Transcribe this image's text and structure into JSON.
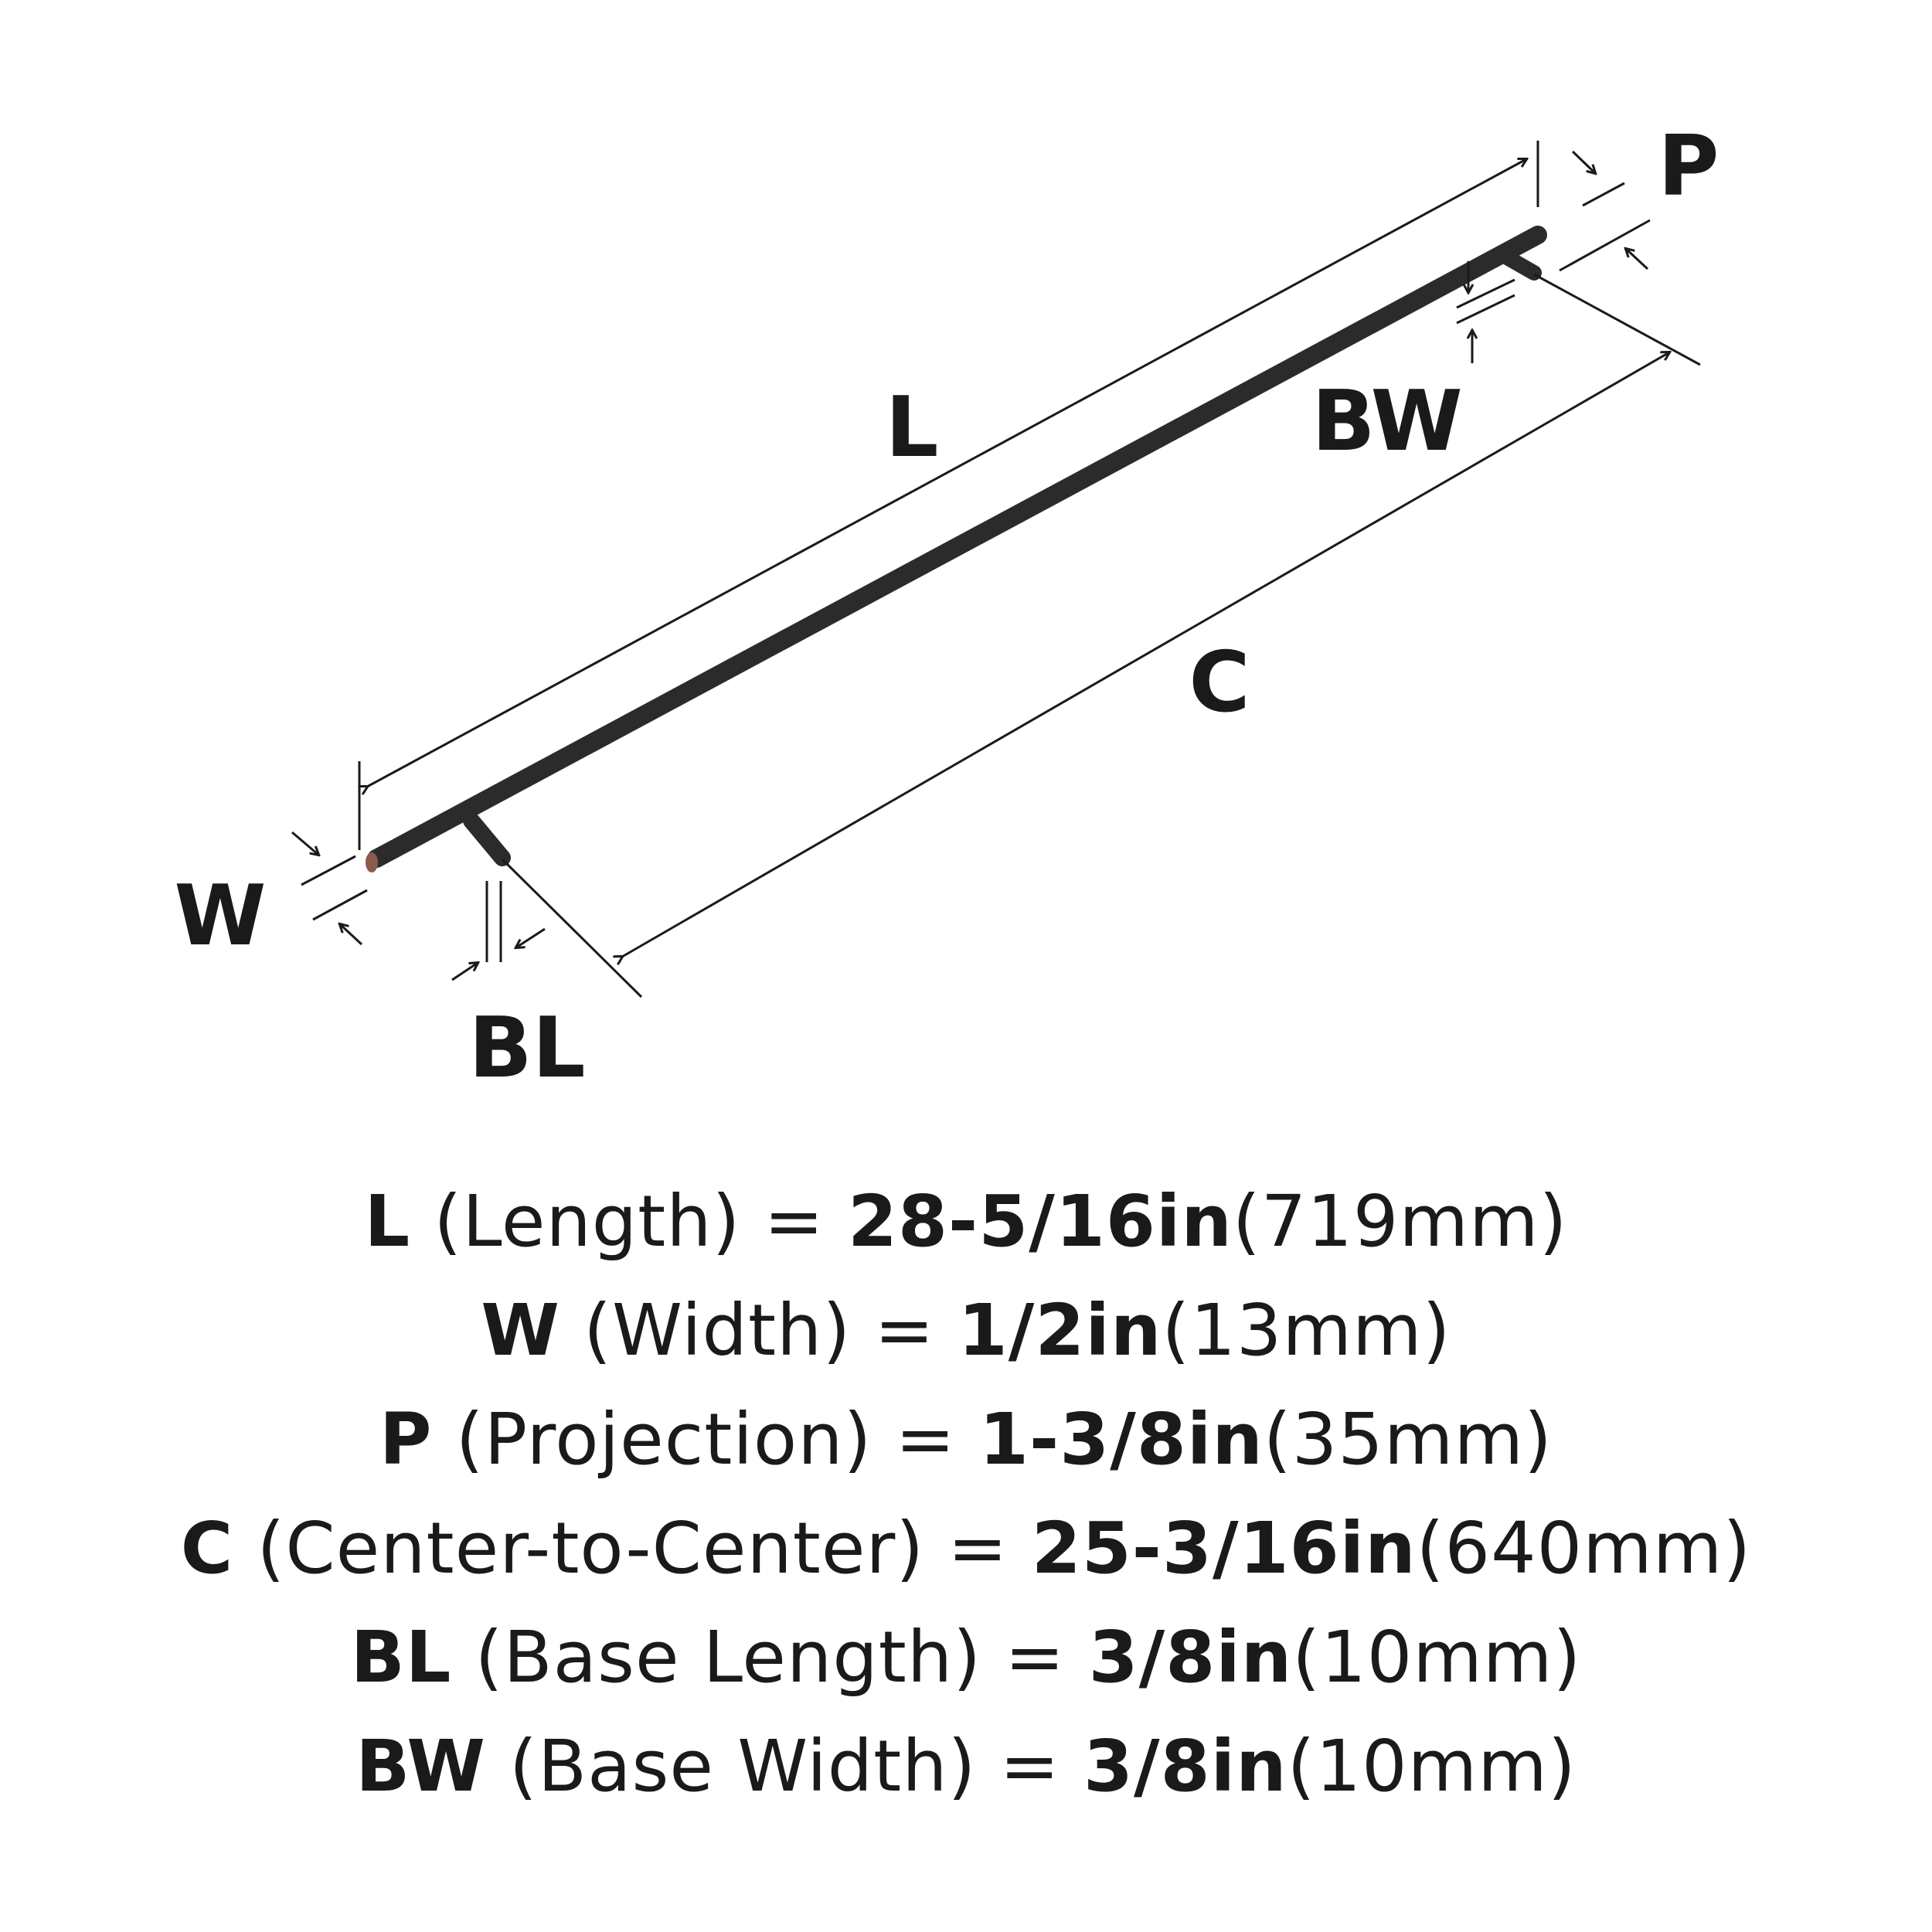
{
  "diagram": {
    "labels": {
      "L": "L",
      "W": "W",
      "P": "P",
      "C": "C",
      "BL": "BL",
      "BW": "BW"
    },
    "colors": {
      "line": "#1a1a1a",
      "bar": "#2b2b2d",
      "bar_end": "#8a5a4a"
    }
  },
  "specs": [
    {
      "key": "L",
      "desc": " (Length) = ",
      "inch": "28-5/16in",
      "mm": "(719mm)"
    },
    {
      "key": "W",
      "desc": " (Width) = ",
      "inch": "1/2in",
      "mm": "(13mm)"
    },
    {
      "key": "P",
      "desc": " (Projection) = ",
      "inch": "1-3/8in",
      "mm": "(35mm)"
    },
    {
      "key": "C",
      "desc": " (Center-to-Center) = ",
      "inch": "25-3/16in",
      "mm": "(640mm)"
    },
    {
      "key": "BL",
      "desc": " (Base Length) = ",
      "inch": "3/8in",
      "mm": "(10mm)"
    },
    {
      "key": "BW",
      "desc": " (Base Width) = ",
      "inch": "3/8in",
      "mm": "(10mm)"
    }
  ]
}
